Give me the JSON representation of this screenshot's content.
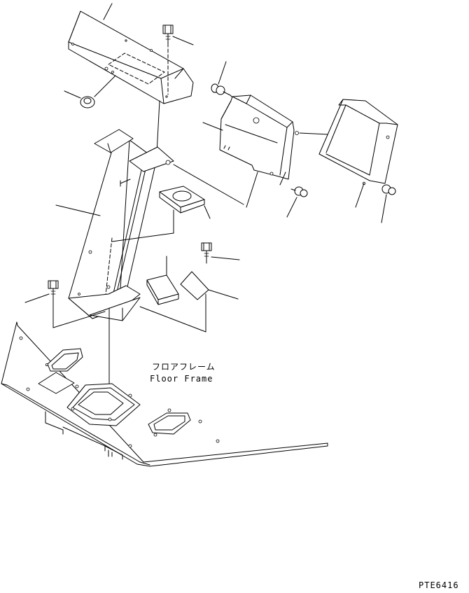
{
  "labels": {
    "floor_frame_jp": "フロアフレーム",
    "floor_frame_en": "Floor Frame"
  },
  "drawing_code": "PTE6416"
}
